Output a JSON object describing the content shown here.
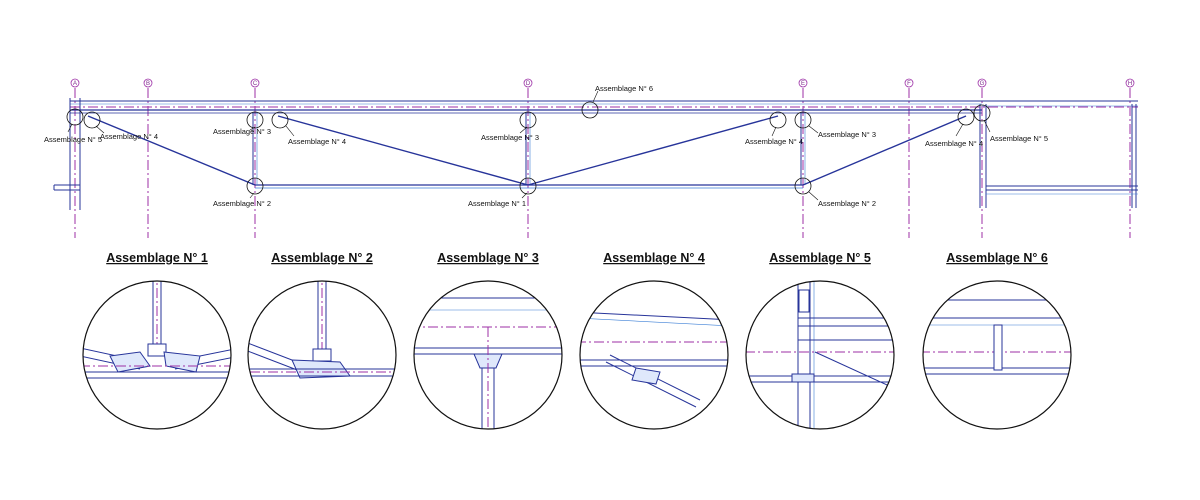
{
  "grid_axes": [
    "A",
    "B",
    "C",
    "D",
    "E",
    "F",
    "G",
    "H"
  ],
  "callouts": {
    "a5_left": "Assemblage N° 5",
    "a4_left": "Assemblage N° 4",
    "a3_left": "Assemblage N° 3",
    "a4_midleft": "Assemblage N° 4",
    "a2_left": "Assemblage N° 2",
    "a3_mid": "Assemblage N° 3",
    "a1": "Assemblage N° 1",
    "a6": "Assemblage N° 6",
    "a4_midright": "Assemblage N° 4",
    "a3_right": "Assemblage N° 3",
    "a2_right": "Assemblage N° 2",
    "a4_right": "Assemblage N° 4",
    "a5_right": "Assemblage N° 5"
  },
  "details": [
    {
      "title": "Assemblage N° 1"
    },
    {
      "title": "Assemblage N° 2"
    },
    {
      "title": "Assemblage N° 3"
    },
    {
      "title": "Assemblage N° 4"
    },
    {
      "title": "Assemblage N° 5"
    },
    {
      "title": "Assemblage N° 6"
    }
  ],
  "colors": {
    "steel": "#27349a",
    "steel_light": "#3c7fd6",
    "axis": "#9c2fa6",
    "text": "#111111"
  }
}
